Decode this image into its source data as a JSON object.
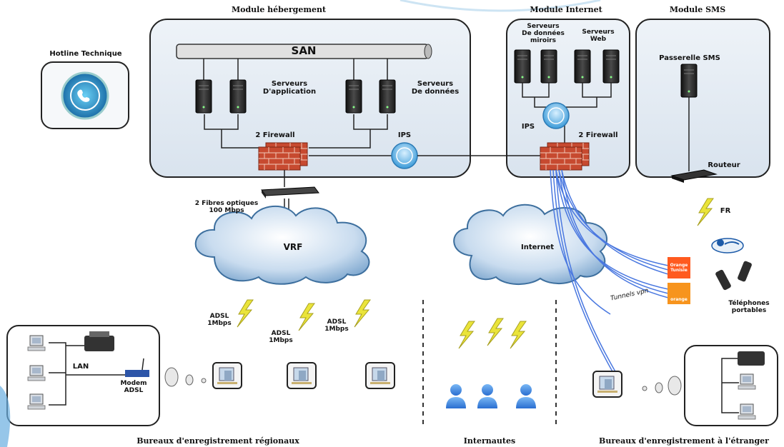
{
  "modules": {
    "hebergement": "Module hébergement",
    "internet": "Module Internet",
    "sms": "Module SMS"
  },
  "labels": {
    "hotline": "Hotline Technique",
    "san": "SAN",
    "serveurs_application": [
      "Serveurs",
      "D'application"
    ],
    "serveurs_donnees": [
      "Serveurs",
      "De données"
    ],
    "serveurs_donnees_miroirs": [
      "Serveurs",
      "De données",
      "miroirs"
    ],
    "serveurs_web": [
      "Serveurs",
      "Web"
    ],
    "passerelle_sms": "Passerelle SMS",
    "firewall_left": "2 Firewall",
    "firewall_right": "2 Firewall",
    "ips_left": "IPS",
    "ips_right": "IPS",
    "routeur": "Routeur",
    "fibres": [
      "2 Fibres optiques",
      "100 Mbps"
    ],
    "vrf": "VRF",
    "internet_cloud": "Internet",
    "fr": "FR",
    "tunnels": "Tunnels vpn",
    "telephones": [
      "Téléphones",
      "portables"
    ],
    "lan": "LAN",
    "modem": [
      "Modem",
      "ADSL"
    ],
    "adsl": [
      [
        "ADSL",
        "1Mbps"
      ],
      [
        "ADSL",
        "1Mbps"
      ],
      [
        "ADSL",
        "1Mbps"
      ]
    ],
    "provider_orange_1": "Orange Tunisie",
    "provider_orange_2": "orange"
  },
  "bottom_labels": {
    "regionaux": "Bureaux d'enregistrement régionaux",
    "internautes": "Internautes",
    "etranger": "Bureaux d'enregistrement à l'étranger"
  },
  "colors": {
    "module_fill": "#e4ecf4",
    "firewall": "#d2553a",
    "vpn_line": "#4a78e0",
    "lightning": "#e8e000",
    "server": "#2a2a2a",
    "person": "#3a86e0",
    "orange": "#f26b22"
  }
}
